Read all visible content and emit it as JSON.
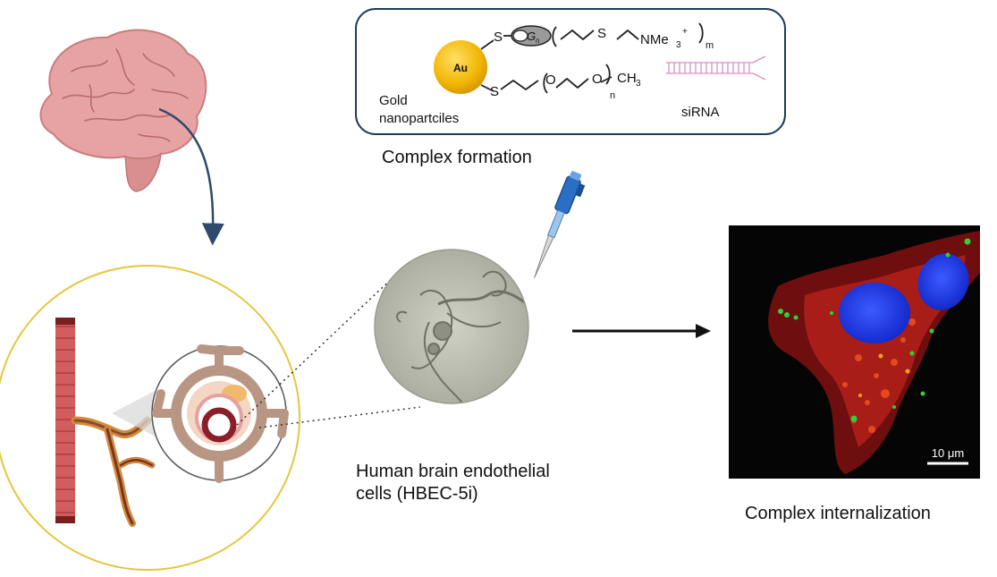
{
  "complex_box": {
    "gold_symbol": "Au",
    "gold_caption_line1": "Gold",
    "gold_caption_line2": "nanopartciles",
    "dendron_label": "G",
    "dendron_sub": "n",
    "sulfur_top": "S",
    "sulfur_top2": "S",
    "ammonium": "NMe",
    "ammonium_sub": "3",
    "ammonium_sup": "+",
    "repeat_m": "m",
    "sulfur_bottom": "S",
    "oxygen1": "O",
    "oxygen2": "O",
    "repeat_n": "n",
    "methyl": "CH",
    "methyl_sub": "3",
    "sirna_label": "siRNA"
  },
  "captions": {
    "complex_formation": "Complex formation",
    "cells_line1": "Human brain endothelial",
    "cells_line2": "cells (HBEC-5i)",
    "internalization": "Complex internalization"
  },
  "micrograph": {
    "scale_bar_label": "10 μm"
  },
  "colors": {
    "gold": "#f2b705",
    "box_border": "#1f3b57",
    "arrow_navy": "#2d4a6b",
    "yellow_circle": "#e4c73f",
    "vessel_red": "#c84a4a",
    "brain_pink": "#e8a6a6",
    "sirna_pink": "#d88fc7",
    "nucleus_blue": "#1a3fff",
    "cytoplasm_red": "#c0201a",
    "particle_green": "#2fd13a"
  }
}
